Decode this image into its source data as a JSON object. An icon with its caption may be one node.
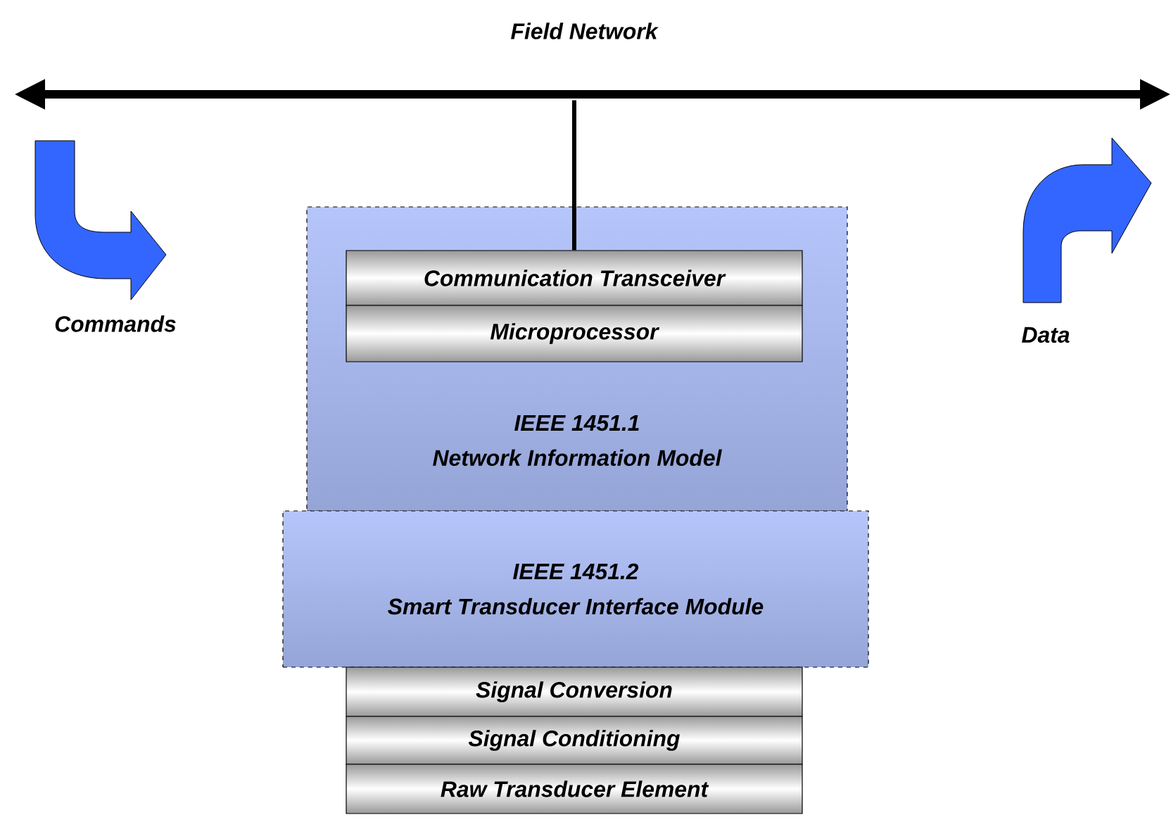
{
  "diagram": {
    "nodes": [
      {
        "text": [
          "Field Network"
        ]
      },
      {
        "text": [
          "IEEE 1451.1",
          "Network Information Model"
        ]
      },
      {
        "text": [
          "Communication Transceiver"
        ],
        "in": 1
      },
      {
        "text": [
          "Microprocessor"
        ],
        "in": 1
      },
      {
        "text": [
          "IEEE 1451.2",
          "Smart Transducer Interface Module"
        ]
      },
      {
        "text": [
          "Signal Conversion"
        ]
      },
      {
        "text": [
          "Signal Conditioning"
        ]
      },
      {
        "text": [
          "Raw Transducer Element"
        ]
      }
    ],
    "edges": [
      {
        "from": 0,
        "to": 2,
        "arrow": "none"
      }
    ],
    "labels": [
      "Commands",
      "Data"
    ]
  }
}
